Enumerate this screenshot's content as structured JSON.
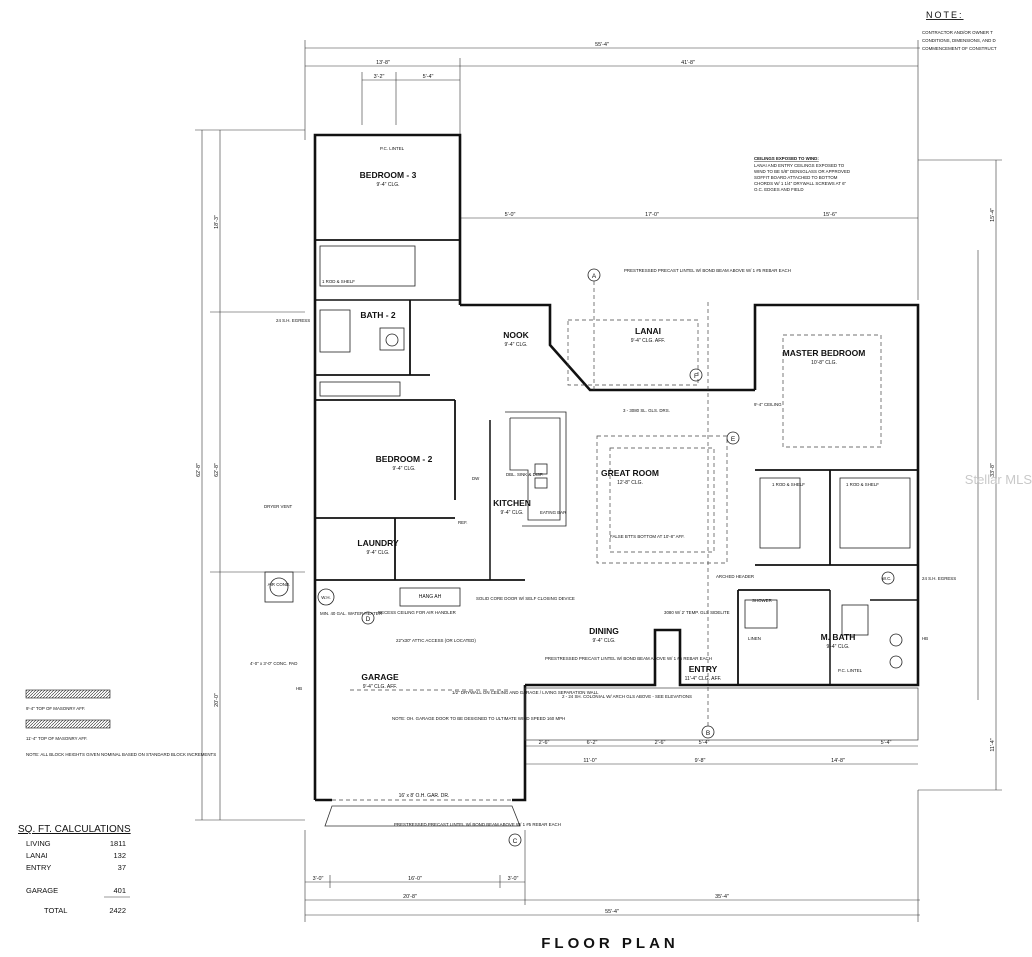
{
  "sheet": {
    "title": "FLOOR PLAN"
  },
  "note": {
    "heading": "NOTE:",
    "lines": [
      "CONTRACTOR AND/OR OWNER T",
      "CONDITIONS, DIMENSIONS, AND D",
      "COMMENCEMENT OF CONSTRUCT"
    ]
  },
  "ceilings_note": {
    "heading": "CEILINGS EXPOSED TO WIND:",
    "lines": [
      "LANAI AND ENTRY CEILINGS EXPOSED TO",
      "WIND TO BE 5/8\" DENSGLASS OR APPROVED",
      "SOFFIT BOARD ATTACHED TO BOTTOM",
      "CHORDS W/ 1 1/4\" DRYWALL SCREWS AT 6\"",
      "O.C. EDGES AND FIELD"
    ]
  },
  "rooms": {
    "bedroom3": {
      "name": "BEDROOM - 3",
      "ceiling": "9'-4\" CLG."
    },
    "bath2": {
      "name": "BATH - 2"
    },
    "nook": {
      "name": "NOOK",
      "ceiling": "9'-4\" CLG."
    },
    "lanai": {
      "name": "LANAI",
      "ceiling": "9'-4\" CLG. AFF."
    },
    "master": {
      "name": "MASTER BEDROOM",
      "ceiling": "10'-8\" CLG."
    },
    "bedroom2": {
      "name": "BEDROOM - 2",
      "ceiling": "9'-4\" CLG."
    },
    "great": {
      "name": "GREAT ROOM",
      "ceiling": "12'-8\" CLG."
    },
    "kitchen": {
      "name": "KITCHEN",
      "ceiling": "9'-4\" CLG."
    },
    "laundry": {
      "name": "LAUNDRY",
      "ceiling": "9'-4\" CLG."
    },
    "dining": {
      "name": "DINING",
      "ceiling": "9'-4\" CLG."
    },
    "entry": {
      "name": "ENTRY",
      "ceiling": "11'-4\" CLG. AFF."
    },
    "mbath": {
      "name": "M. BATH",
      "ceiling": "9'-4\" CLG."
    },
    "garage": {
      "name": "GARAGE",
      "ceiling": "9'-4\" CLG. AFF."
    }
  },
  "labels": {
    "pc_lintel": "P.C. LINTEL",
    "rod_shelf": "1 ROD & SHELF",
    "ceiling_94": "9'-4\" CEILING",
    "garage_door": "16' x 8' O.H. GAR. DR.",
    "hang_ah": "HANG AH",
    "recess": "RECESS CEILING FOR AIR HANDLER",
    "air_cond": "AIR COND.",
    "wh": "W.H.",
    "water_heater": "MIN. 40 GAL. WATER HEATER",
    "dryer_vent": "DRYER VENT",
    "solid_core": "SOLID CORE DOOR W/ SELF CLOSING DEVICE",
    "fifth_wall": "1/2\" DRYWALL ON CEILING AND GARAGE / LIVING SEPARATION WALL",
    "attic": "22\"x30\" ATTIC ACCESS (OR LOCATED)",
    "conc_pad": "4'-0\" x 3'-0\" CONC. PAD",
    "hb": "HB",
    "ref": "REF.",
    "dw": "DW",
    "sliders": "3 - 3080 SL. GLS. DRS.",
    "dbl_sink": "DBL. SINK & DISP.",
    "eating": "EATING BAR",
    "prestressed": "PRESTRESSED PRECAST LINTEL W/ BOND BEAM ABOVE W/ 1 #5 REBAR EACH",
    "arched": "ARCHED HEADER",
    "columns": "2 - 24 SH. COLONIAL W/ ARCH GLS ABOVE - SEE ELEVATIONS",
    "false_bottom": "FALSE BTTS BOTTOM AT 10'-8\" AFF.",
    "shower": "SHOWER",
    "linen": "LINEN",
    "wc": "W.C.",
    "garage_note": "NOTE: OH. GARAGE DOOR TO BE DESIGNED TO ULTIMATE WIND SPEED 160 MPH",
    "entry_door": "3080 W/ 2' TEMP. GLS SIDELITE",
    "glass_block": "24 S.H. EGRESS"
  },
  "markers": [
    "A",
    "B",
    "C",
    "D",
    "E",
    "F"
  ],
  "dims": {
    "top_overall": "55'-4\"",
    "top_left": "13'-8\"",
    "top_right": "41'-8\"",
    "top_a": "3'-2\"",
    "top_b": "5'-4\"",
    "bottom_overall": "55'-4\"",
    "bottom_left": "20'-8\"",
    "bottom_right": "35'-4\"",
    "bottom_a": "3'-0\"",
    "bottom_b": "16'-0\"",
    "bottom_c": "3'-0\"",
    "right_top": "15'-4\"",
    "right_mid": "33'-8\"",
    "right_bot": "11'-4\"",
    "left_overall": "62'-8\"",
    "left_top": "18'-3\"",
    "left_bot": "20'-0\"",
    "mid_a": "5'-0\"",
    "mid_b": "17'-0\"",
    "mid_c": "15'-6\"",
    "front_a": "2'-6\"",
    "front_b": "6'-2\"",
    "front_c": "11'-0\"",
    "front_d": "9'-8\"",
    "front_e": "14'-8\"",
    "front_f": "5'-4\""
  },
  "legend": {
    "masonry_a": "9'-4\" TOP OF MASONRY AFF.",
    "masonry_b": "11'-4\" TOP OF MASONRY AFF.",
    "note": "NOTE: ALL BLOCK HEIGHTS GIVEN NOMINAL BASED ON STANDARD BLOCK INCREMENTS"
  },
  "sqft": {
    "heading": "SQ. FT. CALCULATIONS",
    "rows": [
      {
        "label": "LIVING",
        "value": "1811"
      },
      {
        "label": "LANAI",
        "value": "132"
      },
      {
        "label": "ENTRY",
        "value": "37"
      },
      {
        "label": "GARAGE",
        "value": "401"
      }
    ],
    "total_label": "TOTAL",
    "total_value": "2422"
  },
  "watermark": "Stellar MLS"
}
